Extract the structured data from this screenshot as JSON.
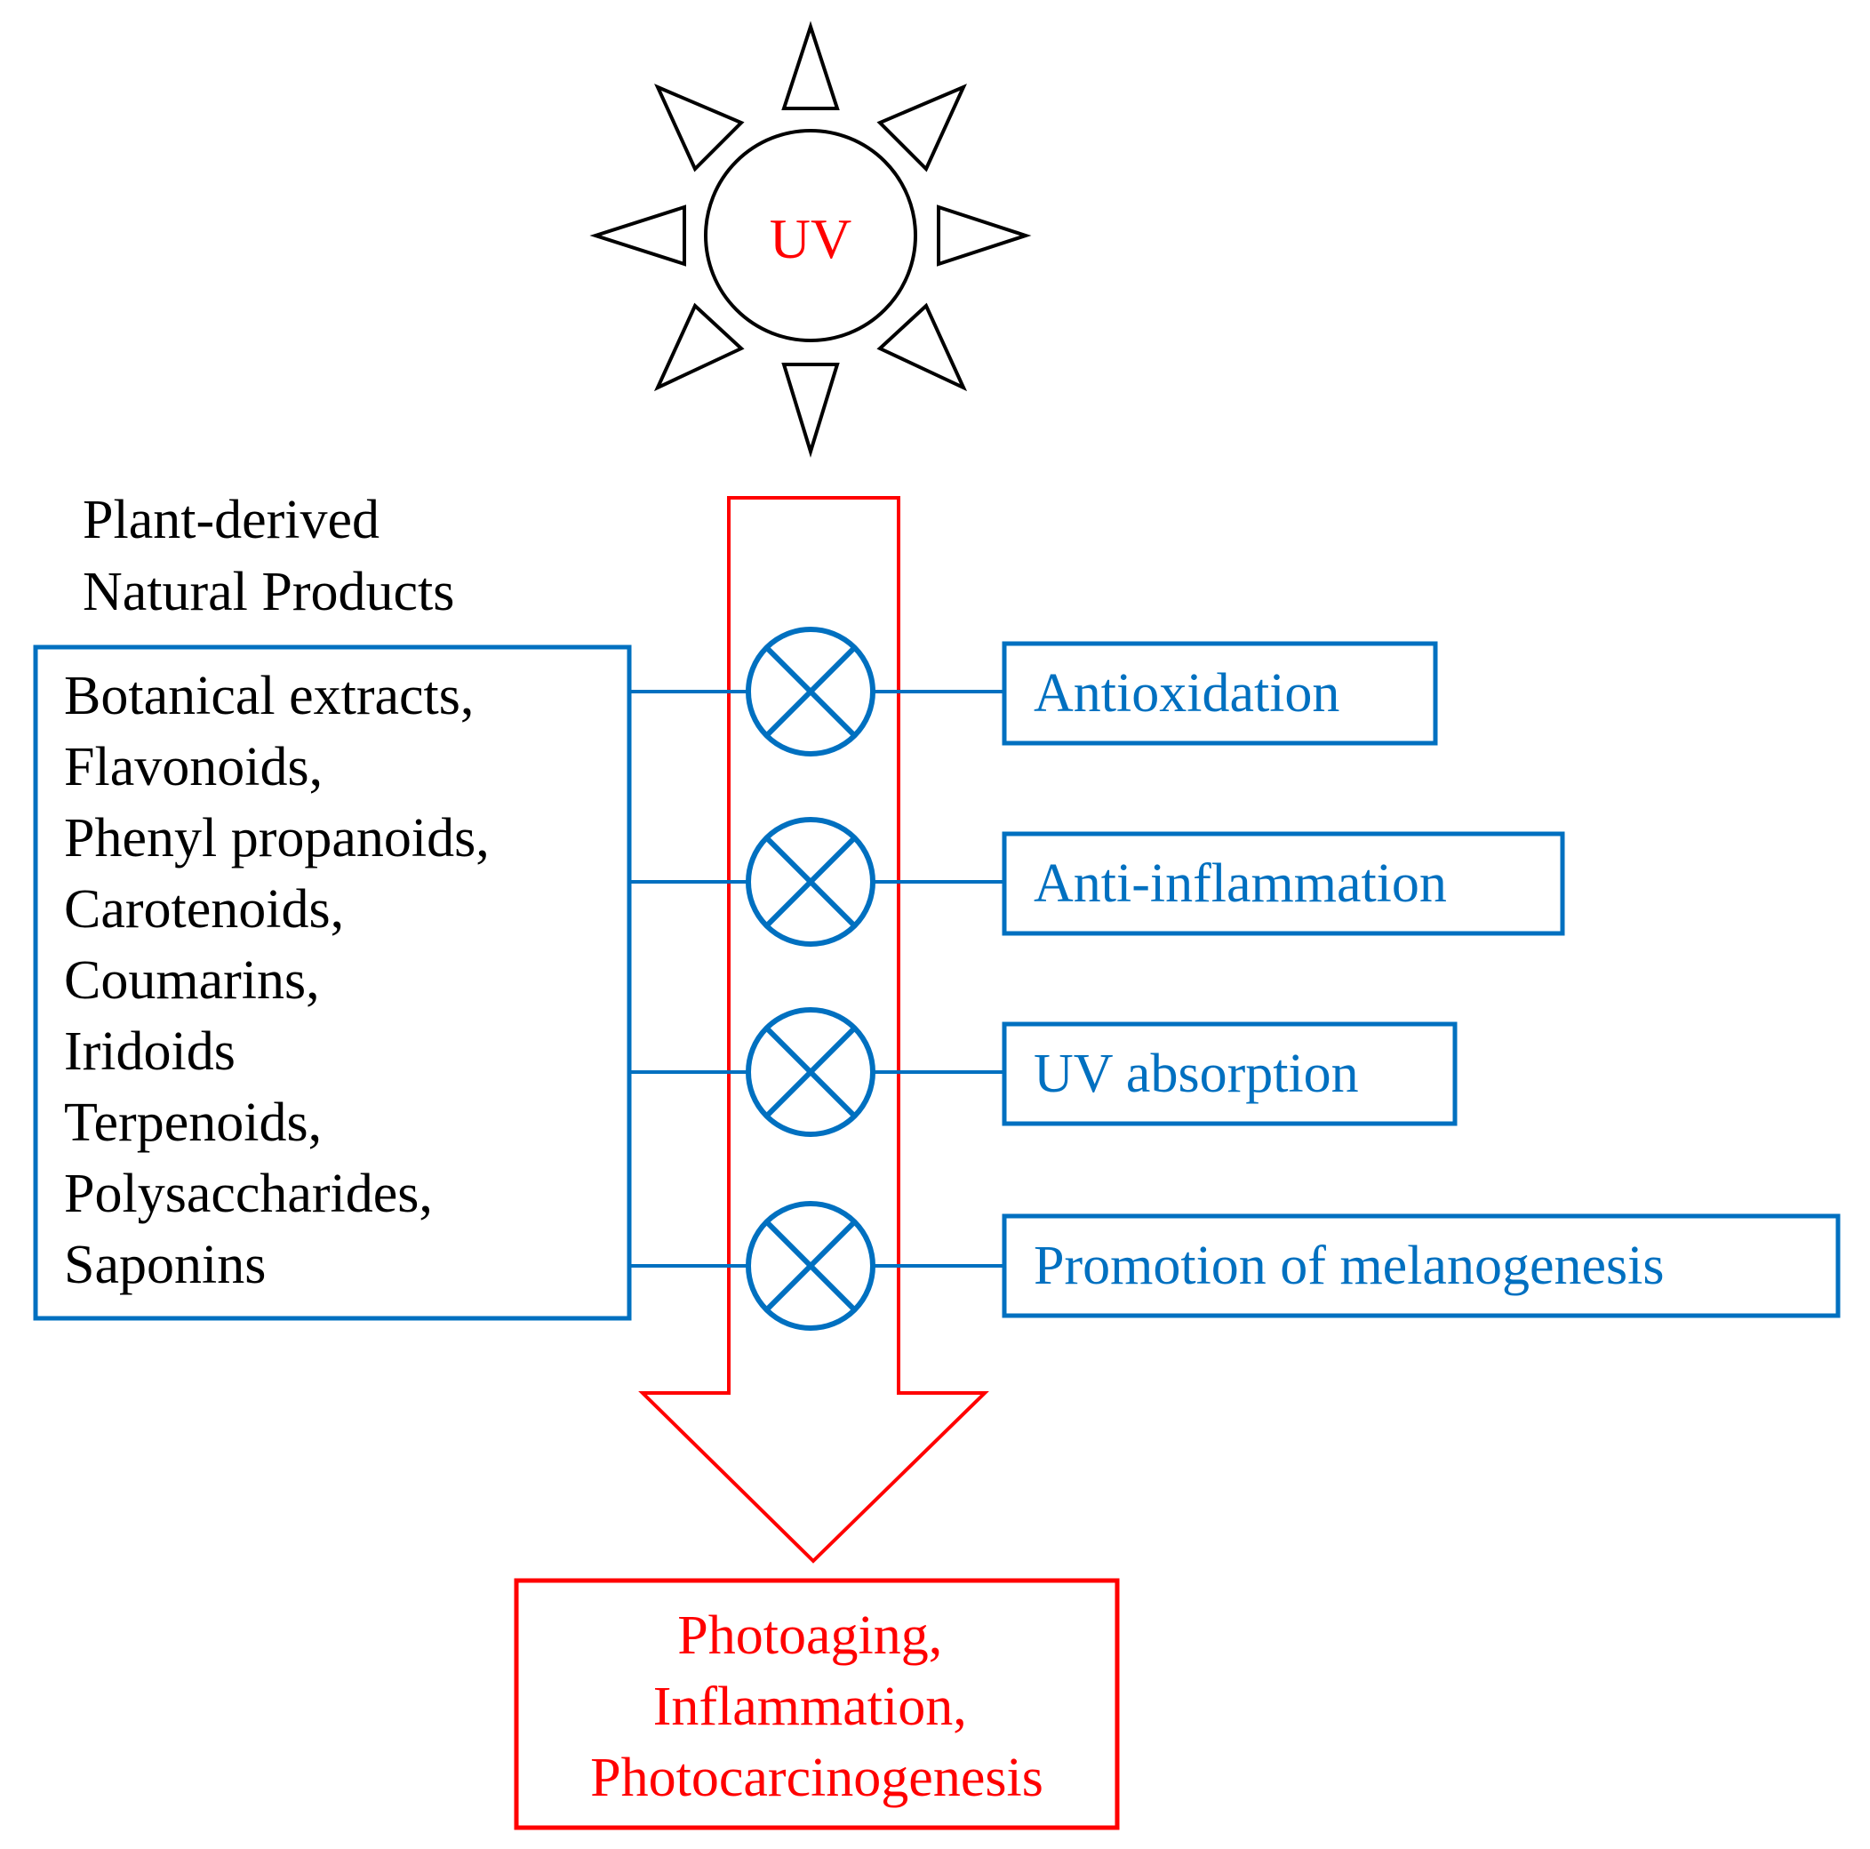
{
  "colors": {
    "uv": "#ff0000",
    "mechanism": "#0070c0",
    "outline": "#000000"
  },
  "sun": {
    "label": "UV"
  },
  "natural_products": {
    "heading_lines": [
      "Plant-derived",
      "Natural Products"
    ],
    "compounds": [
      "Botanical extracts,",
      "Flavonoids,",
      "Phenyl propanoids,",
      "Carotenoids,",
      "Coumarins,",
      "Iridoids",
      "Terpenoids,",
      "Polysaccharides,",
      "Saponins"
    ]
  },
  "effects": [
    "Antioxidation",
    "Anti-inflammation",
    "UV absorption",
    "Promotion of melanogenesis"
  ],
  "outcome": {
    "lines": [
      "Photoaging,",
      "Inflammation,",
      "Photocarcinogenesis"
    ]
  }
}
